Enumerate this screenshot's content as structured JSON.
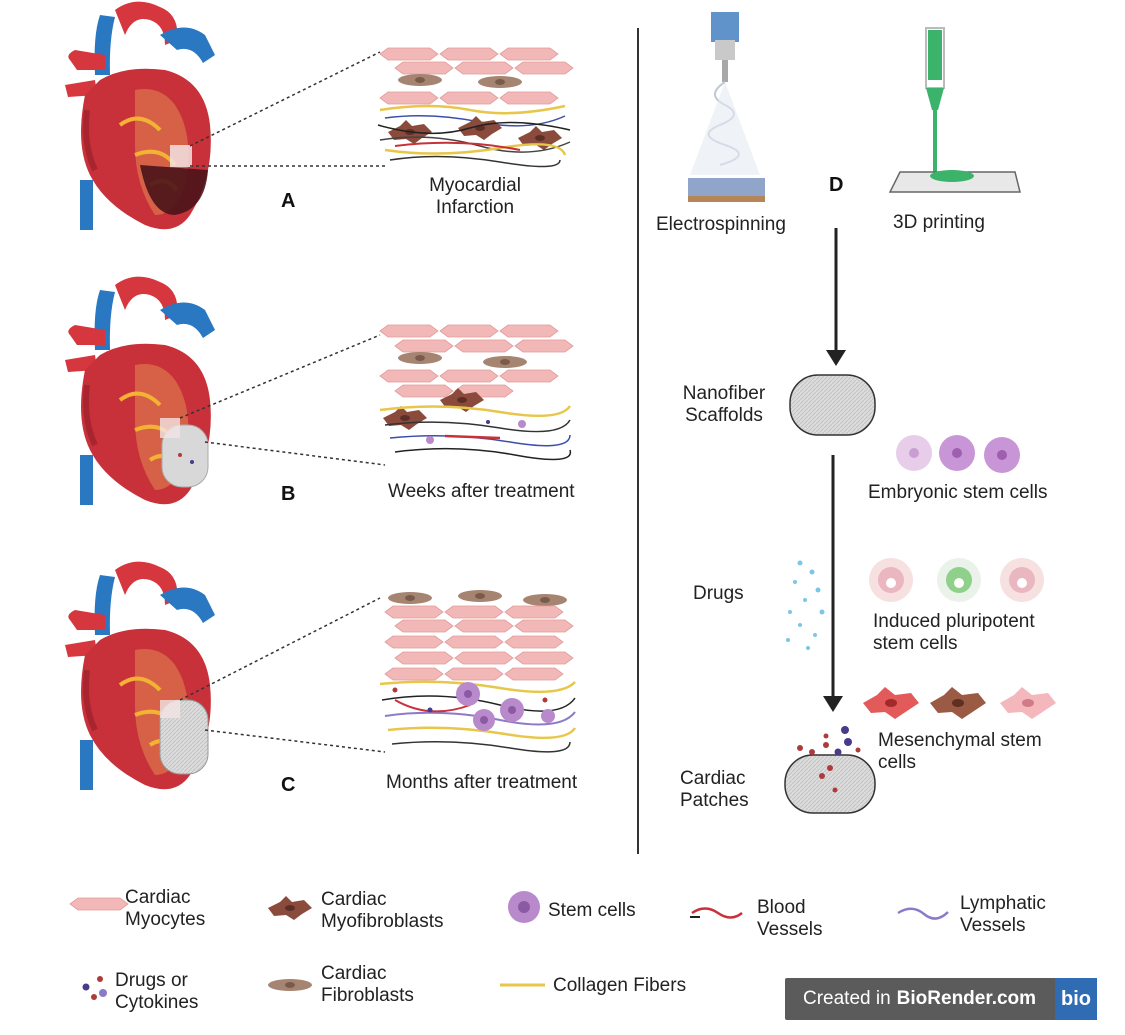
{
  "panels": {
    "a": {
      "letter": "A",
      "caption": "Myocardial\nInfarction"
    },
    "b": {
      "letter": "B",
      "caption": "Weeks after treatment"
    },
    "c": {
      "letter": "C",
      "caption": "Months after treatment"
    },
    "d": {
      "letter": "D"
    }
  },
  "fabrication": {
    "electrospinning": "Electrospinning",
    "printing": "3D printing"
  },
  "flow": {
    "nanofiber": "Nanofiber\nScaffolds",
    "embryonic": "Embryonic stem cells",
    "drugs": "Drugs",
    "ipsc": "Induced pluripotent\nstem cells",
    "mesenchymal": "Mesenchymal stem\ncells",
    "patches": "Cardiac\nPatches"
  },
  "legend": {
    "myocytes": "Cardiac\nMyocytes",
    "myofibroblasts": "Cardiac\nMyofibroblasts",
    "stem_cells": "Stem cells",
    "blood_vessels": "Blood\nVessels",
    "lymphatic": "Lymphatic\nVessels",
    "drugs": "Drugs or\nCytokines",
    "fibroblasts": "Cardiac\nFibroblasts",
    "collagen": "Collagen Fibers"
  },
  "badge": {
    "prefix": "Created in",
    "brand": "BioRender.com",
    "logo": "bio"
  },
  "colors": {
    "heart_red": "#c8313a",
    "vessel_blue": "#2a78c2",
    "myocyte_pink": "#f2b8b8",
    "myofibroblast_brown": "#8a4b3c",
    "fibroblast_tan": "#a58472",
    "stem_purple": "#b98acb",
    "collagen_yellow": "#e7c64a",
    "print_green": "#3cb36a",
    "arrow": "#222222"
  }
}
